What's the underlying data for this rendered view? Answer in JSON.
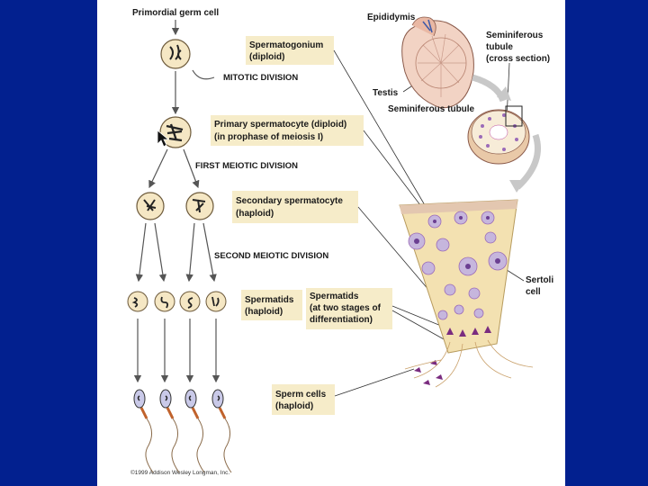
{
  "colors": {
    "frame": "#02208f",
    "panel": "#ffffff",
    "label_bg": "#f6ecc9",
    "cell_fill": "#f5e7c4",
    "tissue": "#f3e1b1",
    "nucleus": "#9b6bb8",
    "arrow": "#555555"
  },
  "labels": {
    "primordial": "Primordial germ cell",
    "spermatogonium": [
      "Spermatogonium",
      "(diploid)"
    ],
    "mitotic": "Mitotic division",
    "primary": [
      "Primary spermatocyte (diploid)",
      "(in prophase of meiosis I)"
    ],
    "first_meiotic": "First meiotic division",
    "secondary": [
      "Secondary spermatocyte",
      "(haploid)"
    ],
    "second_meiotic": "Second meiotic division",
    "spermatids_left": [
      "Spermatids",
      "(haploid)"
    ],
    "spermatids_right": [
      "Spermatids",
      "(at two stages of",
      "differentiation)"
    ],
    "sperm": [
      "Sperm cells",
      "(haploid)"
    ],
    "epididymis": "Epididymis",
    "testis": "Testis",
    "seminiferous_tubule": "Seminiferous tubule",
    "tubule_cross": [
      "Seminiferous",
      "tubule",
      "(cross section)"
    ],
    "sertoli": [
      "Sertoli",
      "cell"
    ]
  },
  "copyright": "©1999 Addison Wesley Longman, Inc."
}
